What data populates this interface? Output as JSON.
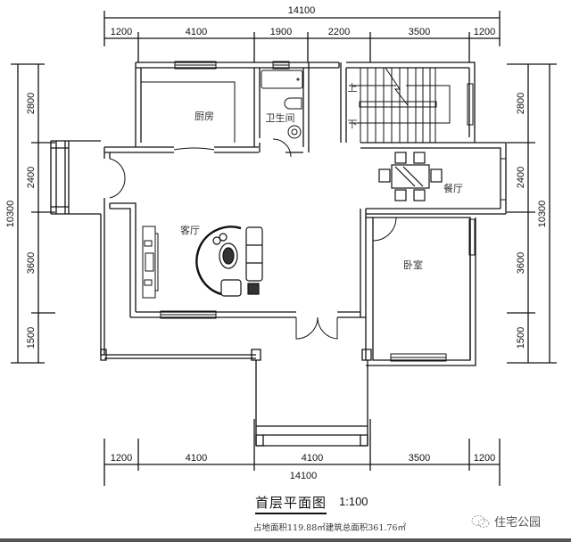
{
  "drawing": {
    "title": "首层平面图",
    "scale": "1:100",
    "area_note": "占地面积119.88㎡建筑总面积361.76㎡",
    "watermark": "住宅公园",
    "watermark_icon": "wechat-icon"
  },
  "dimensions": {
    "top_total": "14100",
    "top_segments": [
      "1200",
      "4100",
      "1900",
      "2200",
      "3500",
      "1200"
    ],
    "bottom_total": "14100",
    "bottom_segments": [
      "1200",
      "4100",
      "4100",
      "3500",
      "1200"
    ],
    "left_total": "10300",
    "left_segments": [
      "2800",
      "2400",
      "3600",
      "1500"
    ],
    "right_total": "10300",
    "right_segments": [
      "2800",
      "2400",
      "3600",
      "1500"
    ]
  },
  "rooms": {
    "kitchen": "厨房",
    "bathroom": "卫生间",
    "living_room": "客厅",
    "dining_room": "餐厅",
    "bedroom": "卧室"
  },
  "stairs": {
    "up": "上",
    "down": "下"
  },
  "colors": {
    "line": "#111111",
    "background": "#ffffff"
  }
}
